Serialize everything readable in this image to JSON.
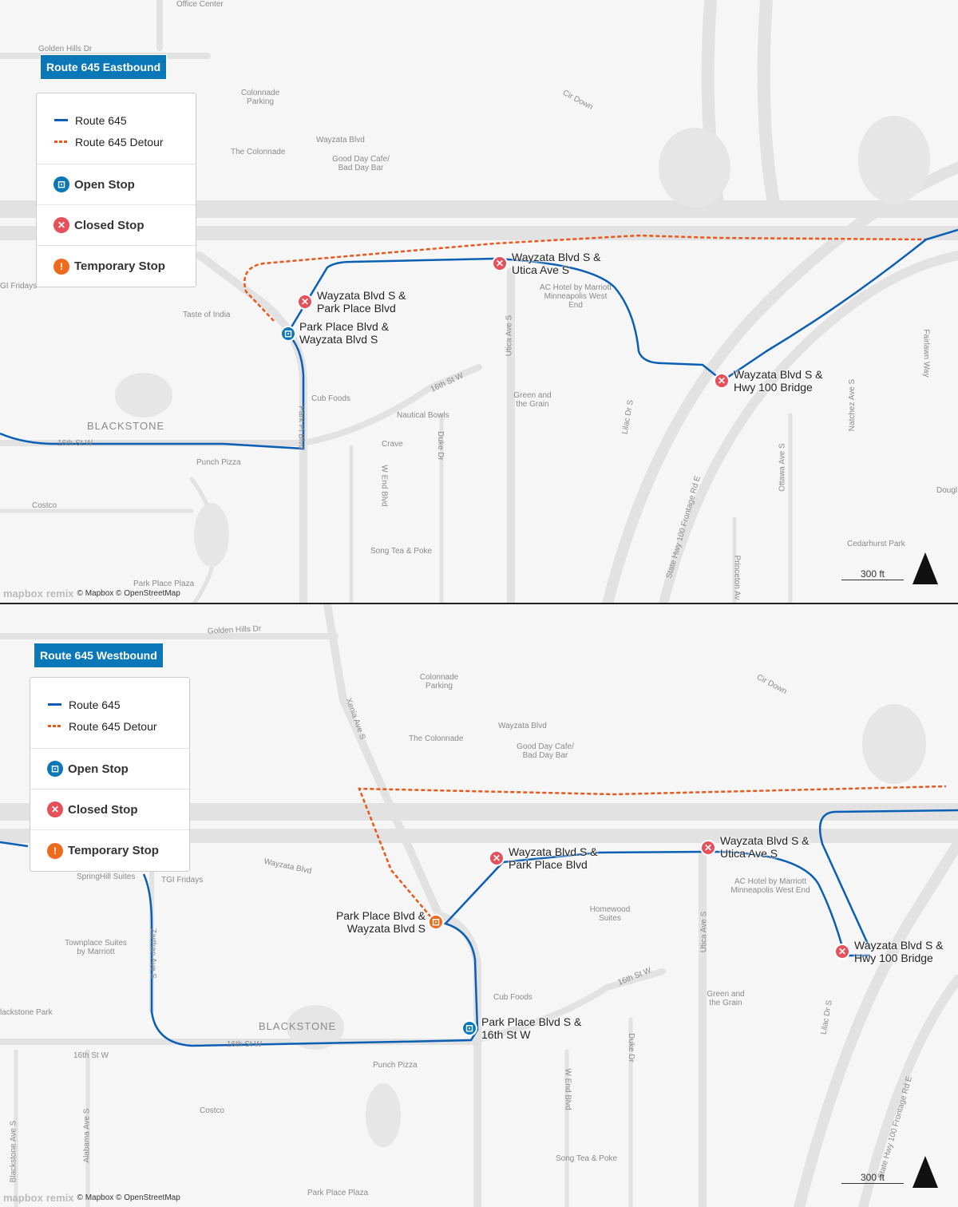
{
  "colors": {
    "route": "#0a5fb4",
    "detour": "#e8581c",
    "open": "#0a78b8",
    "closed": "#e5505a",
    "temporary": "#ee6a1c",
    "title_bg": "#0a78b8"
  },
  "legend": {
    "route": "Route 645",
    "detour": "Route 645 Detour",
    "open": "Open Stop",
    "closed": "Closed Stop",
    "temporary": "Temporary Stop",
    "open_icon": "bus-icon",
    "closed_icon": "x-icon",
    "temporary_icon": "exclamation-icon"
  },
  "attribution": {
    "mapbox": "mapbox",
    "remix": "remix",
    "credits": "© Mapbox © OpenStreetMap"
  },
  "scale": "300 ft",
  "eastbound": {
    "title": "Route 645 Eastbound",
    "stops": [
      {
        "type": "open",
        "name": "Park Place Blvd & Wayzata Blvd S"
      },
      {
        "type": "closed",
        "name": "Wayzata Blvd S & Park Place Blvd"
      },
      {
        "type": "closed",
        "name": "Wayzata Blvd S & Utica Ave S"
      },
      {
        "type": "closed",
        "name": "Wayzata Blvd S & Hwy 100 Bridge"
      }
    ],
    "labels": [
      "Office Center",
      "Golden Hills Dr",
      "Colonnade Parking",
      "The Colonnade",
      "Wayzata Blvd",
      "Good Day Cafe/ Bad Day Bar",
      "Cir Down",
      "GI Fridays",
      "Taste of India",
      "AC Hotel by Marriott Minneapolis West End",
      "Utica Ave S",
      "Cub Foods",
      "16th St W",
      "Nautical Bowls",
      "Green and the Grain",
      "BLACKSTONE",
      "16th St W",
      "Crave",
      "Punch Pizza",
      "Costco",
      "Song Tea & Poke",
      "Park Place Plaza",
      "Cedarhurst Park",
      "Lilac Dr S",
      "Ottawa Ave S",
      "Natchez Ave S",
      "Fairlawn Way",
      "Park Pl Blvd",
      "W End Blvd",
      "Duke Dr",
      "State Hwy 100 Frontage Rd E",
      "Princeton Av",
      "Dougl"
    ]
  },
  "westbound": {
    "title": "Route 645 Westbound",
    "stops": [
      {
        "type": "temporary",
        "name": "Park Place Blvd & Wayzata Blvd S"
      },
      {
        "type": "closed",
        "name": "Wayzata Blvd S & Park Place Blvd"
      },
      {
        "type": "closed",
        "name": "Wayzata Blvd S & Utica Ave S"
      },
      {
        "type": "closed",
        "name": "Wayzata Blvd S & Hwy 100 Bridge"
      },
      {
        "type": "open",
        "name": "Park Place Blvd S & 16th St W"
      }
    ],
    "labels": [
      "Golden Hills Dr",
      "Colonnade Parking",
      "Xenia Ave S",
      "The Colonnade",
      "Wayzata Blvd",
      "Good Day Cafe/ Bad Day Bar",
      "Cir Down",
      "Wayzata Blvd",
      "SpringHill Suites",
      "TGI Fridays",
      "Townplace Suites by Marriott",
      "Zarthan Ave S",
      "AC Hotel by Marriott Minneapolis West End",
      "Homewood Suites",
      "Utica Ave S",
      "16th St W",
      "Cub Foods",
      "Green and the Grain",
      "Lilac Dr S",
      "lackstone Park",
      "BLACKSTONE",
      "16th St W",
      "16th St W",
      "Punch Pizza",
      "Duke Dr",
      "W End Blvd",
      "Costco",
      "Song Tea & Poke",
      "Park Place Plaza",
      "Blackstone Ave S",
      "Alabama Ave S",
      "State Hwy 100 Frontage Rd E"
    ]
  }
}
